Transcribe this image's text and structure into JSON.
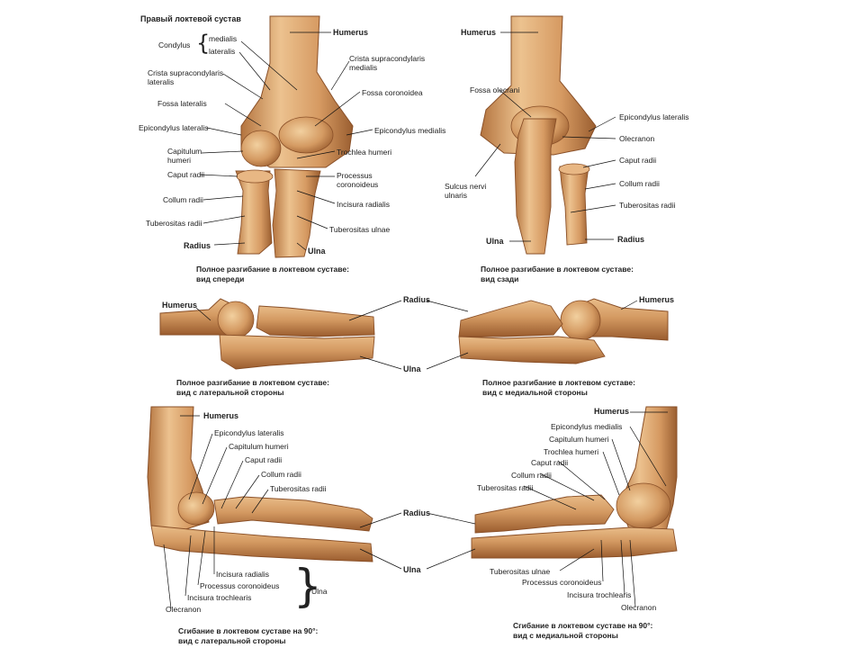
{
  "title": "Правый локтевой сустав",
  "captions": {
    "p1_line1": "Полное разгибание в локтевом суставе:",
    "p1_line2": "вид спереди",
    "p2_line1": "Полное разгибание в локтевом суставе:",
    "p2_line2": "вид сзади",
    "p3_line1": "Полное разгибание в локтевом суставе:",
    "p3_line2": "вид с латеральной стороны",
    "p4_line1": "Полное разгибание в локтевом суставе:",
    "p4_line2": "вид с медиальной стороны",
    "p5_line1": "Сгибание в локтевом суставе на 90°:",
    "p5_line2": "вид с латеральной стороны",
    "p6_line1": "Сгибание в локтевом суставе на 90°:",
    "p6_line2": "вид с медиальной стороны"
  },
  "panel1": {
    "condylus": "Condylus",
    "medialis": "medialis",
    "lateralis": "lateralis",
    "crista_lat_1": "Crista supracondylaris",
    "crista_lat_2": "lateralis",
    "fossa_lateralis": "Fossa lateralis",
    "epicondylus_lateralis": "Epicondylus lateralis",
    "capitulum_1": "Capitulum",
    "capitulum_2": "humeri",
    "caput_radii": "Caput radii",
    "collum_radii": "Collum radii",
    "tuberositas_radii": "Tuberositas radii",
    "radius": "Radius",
    "humerus": "Humerus",
    "crista_med_1": "Crista supracondylaris",
    "crista_med_2": "medialis",
    "fossa_coronoidea": "Fossa coronoidea",
    "epicondylus_medialis": "Epicondylus medialis",
    "trochlea_humeri": "Trochlea humeri",
    "processus_1": "Processus",
    "processus_2": "coronoideus",
    "incisura_radialis": "Incisura radialis",
    "tuberositas_ulnae": "Tuberositas ulnae",
    "ulna": "Ulna"
  },
  "panel2": {
    "humerus": "Humerus",
    "fossa_olecrani": "Fossa olecrani",
    "epicondylus_lateralis": "Epicondylus lateralis",
    "olecranon": "Olecranon",
    "caput_radii": "Caput radii",
    "collum_radii": "Collum radii",
    "tuberositas_radii": "Tuberositas radii",
    "radius": "Radius",
    "ulna": "Ulna",
    "sulcus_1": "Sulcus nervi",
    "sulcus_2": "ulnaris"
  },
  "panel3": {
    "humerus": "Humerus",
    "radius": "Radius",
    "ulna": "Ulna"
  },
  "panel4": {
    "humerus": "Humerus"
  },
  "panel5": {
    "humerus": "Humerus",
    "epicondylus_lateralis": "Epicondylus lateralis",
    "capitulum_humeri": "Capitulum humeri",
    "caput_radii": "Caput radii",
    "collum_radii": "Collum radii",
    "tuberositas_radii": "Tuberositas radii",
    "radius": "Radius",
    "ulna": "Ulna",
    "incisura_radialis": "Incisura radialis",
    "processus_coronoideus": "Processus coronoideus",
    "incisura_trochlearis": "Incisura trochlearis",
    "olecranon": "Olecranon",
    "ulna_brace": "Ulna"
  },
  "panel6": {
    "humerus": "Humerus",
    "epicondylus_medialis": "Epicondylus medialis",
    "capitulum_humeri": "Capitulum humeri",
    "trochlea_humeri": "Trochlea humeri",
    "caput_radii": "Caput radii",
    "collum_radii": "Collum radii",
    "tuberositas_radii": "Tuberositas radii",
    "tuberositas_ulnae": "Tuberositas ulnae",
    "processus_coronoideus": "Processus coronoideus",
    "incisura_trochlearis": "Incisura trochlearis",
    "olecranon": "Olecranon"
  },
  "colors": {
    "bone": "#d4955e",
    "bone_light": "#ecc28f",
    "bone_dark": "#8a5028",
    "line": "#111111"
  }
}
